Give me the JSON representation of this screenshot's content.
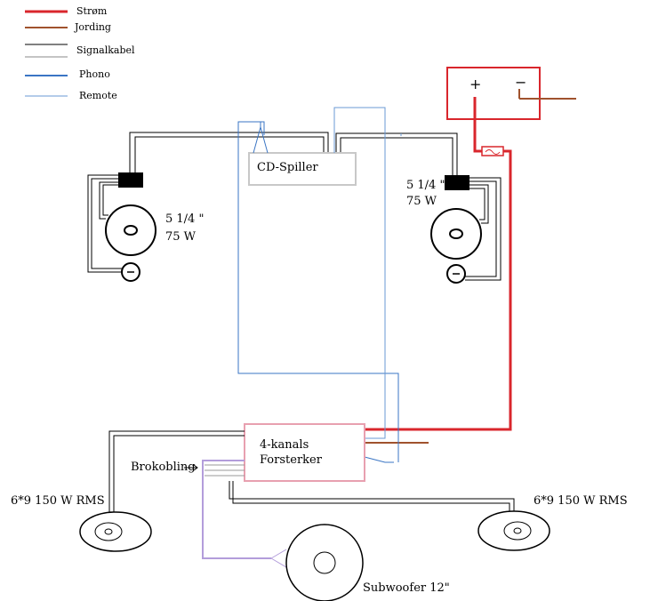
{
  "legend": {
    "power": "Strøm",
    "ground": "Jording",
    "signal": "Signalkabel",
    "phono": "Phono",
    "remote": "Remote"
  },
  "battery": {
    "plus": "+",
    "minus": "−"
  },
  "cd_player": {
    "label": "CD-Spiller"
  },
  "amplifier": {
    "line1": "4-kanals",
    "line2": "Forsterker"
  },
  "bridge": {
    "label": "Brokobling"
  },
  "front_left": {
    "size": "5 1/4 \"",
    "power": "75 W"
  },
  "front_right": {
    "size": "5 1/4 \"",
    "power": "75 W"
  },
  "rear_left": {
    "label": "6*9 150 W RMS"
  },
  "rear_right": {
    "label": "6*9 150 W RMS"
  },
  "subwoofer": {
    "label": "Subwoofer 12\""
  },
  "colors": {
    "power": "#d9262c",
    "ground": "#a0522d",
    "signal": "#000000",
    "phono": "#3a75c4",
    "remote": "#6a9ad4",
    "amp_border": "#e8a0b0",
    "bridge_wire": "#b39ddb",
    "cd_border": "#c8c8c8"
  }
}
